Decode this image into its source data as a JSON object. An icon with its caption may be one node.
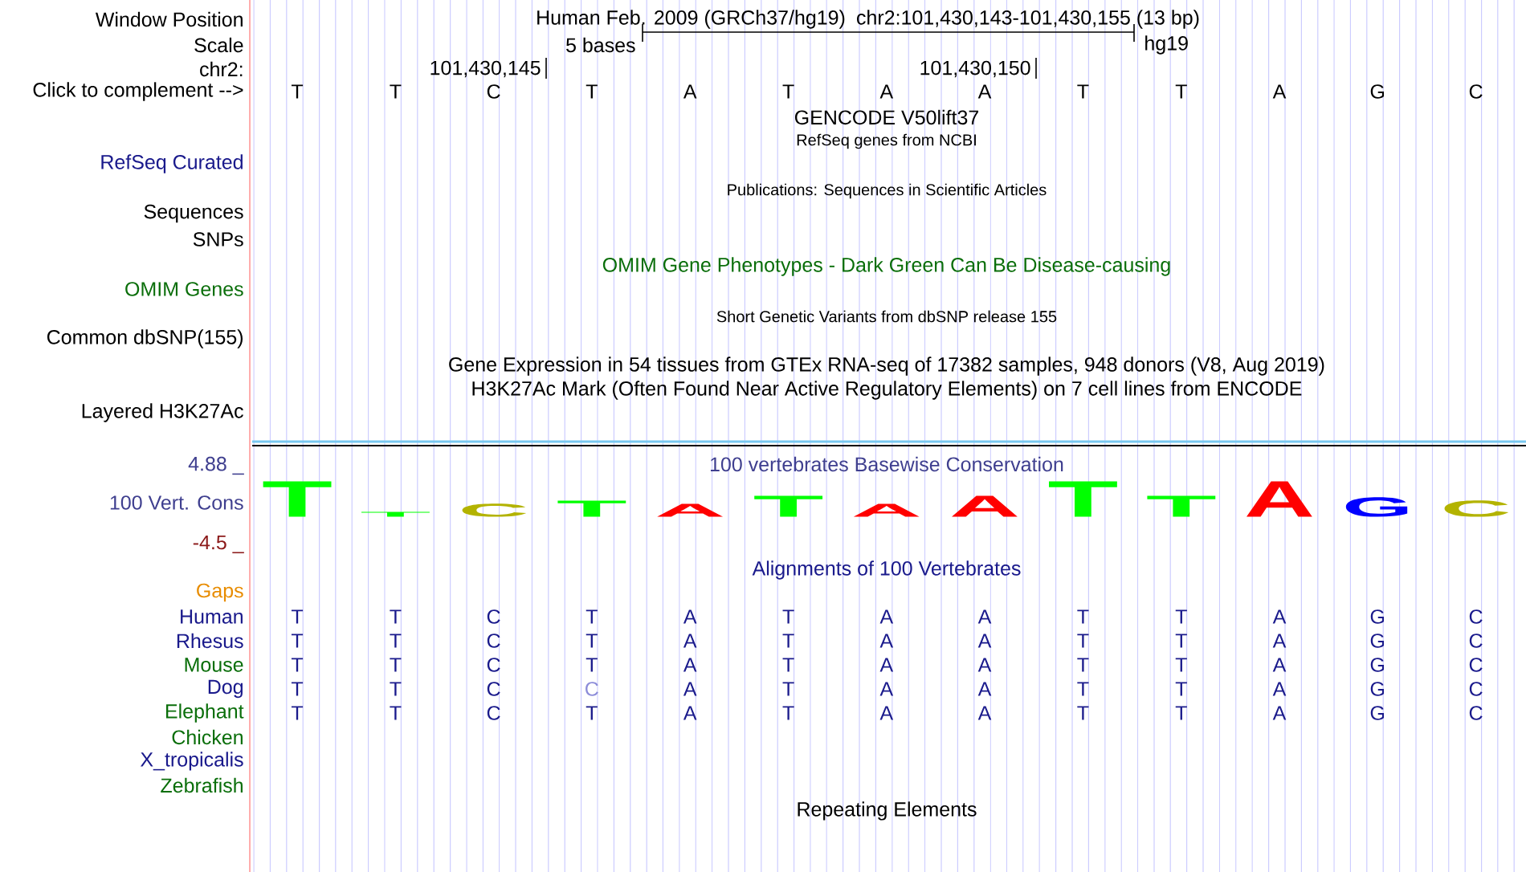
{
  "diagram": {
    "labels": [
      "Window Position",
      "Human Feb. 2009 (GRCh37/hg19)",
      "chr2:101,430,143-101,430,155 (13 bp)",
      "Scale",
      "5 bases",
      "hg19",
      "chr2:",
      "101,430,145",
      "101,430,150",
      "Click to complement -->",
      "T",
      "T",
      "C",
      "T",
      "A",
      "T",
      "A",
      "A",
      "T",
      "T",
      "A",
      "G",
      "C",
      "GENCODE V50lift37",
      "RefSeq genes from NCBI",
      "RefSeq Curated",
      "Publications: Sequences in Scientific Articles",
      "Sequences",
      "SNPs",
      "OMIM Gene Phenotypes - Dark Green Can Be Disease-causing",
      "OMIM Genes",
      "Short Genetic Variants from dbSNP release 155",
      "Common dbSNP(155)",
      "Gene Expression in 54 tissues from GTEx RNA-seq of 17382 samples, 948 donors (V8, Aug 2019)",
      "H3K27Ac Mark (Often Found Near Active Regulatory Elements) on 7 cell lines from ENCODE",
      "Layered H3K27Ac",
      "4.88 _",
      "100 vertebrates Basewise Conservation",
      "100 Vert. Cons",
      "T",
      "T",
      "C",
      "T",
      "A",
      "T",
      "A",
      "A",
      "T",
      "T",
      "A",
      "G",
      "C",
      "-4.5 _",
      "Alignments of 100 Vertebrates",
      "Gaps",
      "Human",
      "T",
      "T",
      "C",
      "T",
      "A",
      "T",
      "A",
      "A",
      "T",
      "T",
      "A",
      "G",
      "C",
      "Rhesus",
      "T",
      "T",
      "C",
      "T",
      "A",
      "T",
      "A",
      "A",
      "T",
      "T",
      "A",
      "G",
      "C",
      "Mouse",
      "T",
      "T",
      "C",
      "T",
      "A",
      "T",
      "A",
      "A",
      "T",
      "T",
      "A",
      "G",
      "C",
      "Dog",
      "T",
      "T",
      "C",
      "C",
      "A",
      "T",
      "A",
      "A",
      "T",
      "T",
      "A",
      "G",
      "C",
      "Elephant",
      "T",
      "T",
      "C",
      "T",
      "A",
      "T",
      "A",
      "A",
      "T",
      "T",
      "A",
      "G",
      "C",
      "Chicken",
      "X_tropicalis",
      "Zebrafish",
      "Repeating Elements"
    ]
  }
}
